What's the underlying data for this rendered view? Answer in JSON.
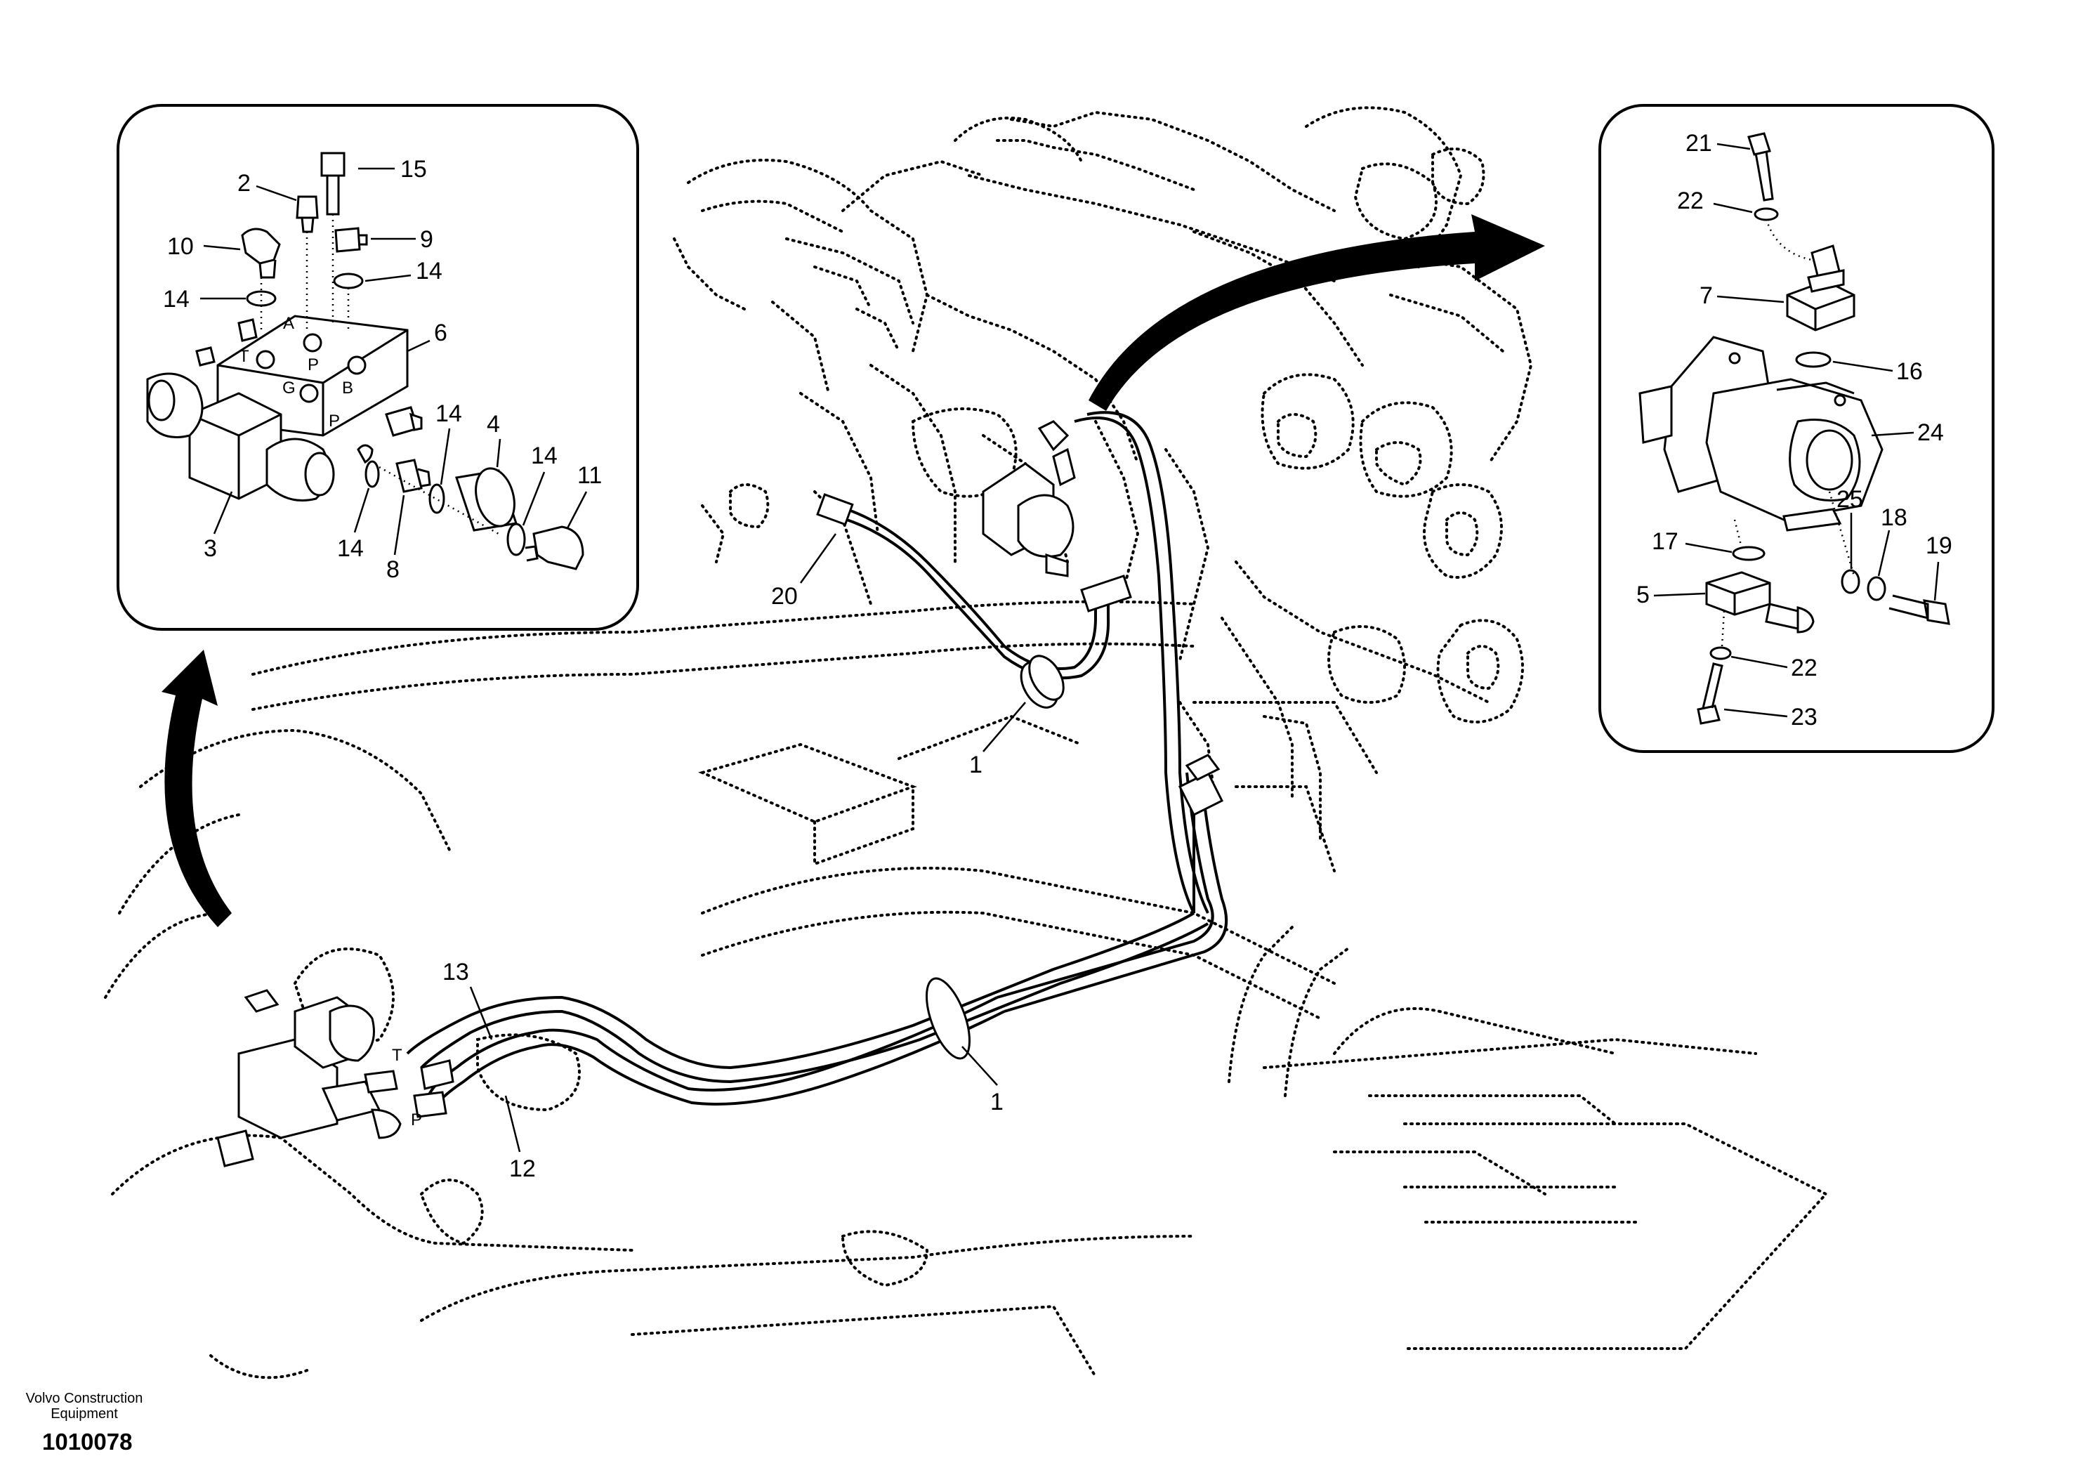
{
  "footer": {
    "company_line1": "Volvo Construction",
    "company_line2": "Equipment",
    "drawing_number": "1010078"
  },
  "left_inset": {
    "callouts": [
      "15",
      "2",
      "9",
      "10",
      "14",
      "14",
      "6",
      "14",
      "4",
      "14",
      "11",
      "3",
      "14",
      "8"
    ],
    "port_labels": [
      "A",
      "T",
      "P",
      "G",
      "B",
      "P"
    ]
  },
  "right_inset": {
    "callouts": [
      "21",
      "22",
      "7",
      "16",
      "24",
      "25",
      "18",
      "17",
      "19",
      "5",
      "22",
      "23"
    ]
  },
  "main_view": {
    "callouts": [
      "20",
      "1",
      "13",
      "1",
      "12"
    ],
    "port_labels": [
      "T",
      "P"
    ]
  }
}
